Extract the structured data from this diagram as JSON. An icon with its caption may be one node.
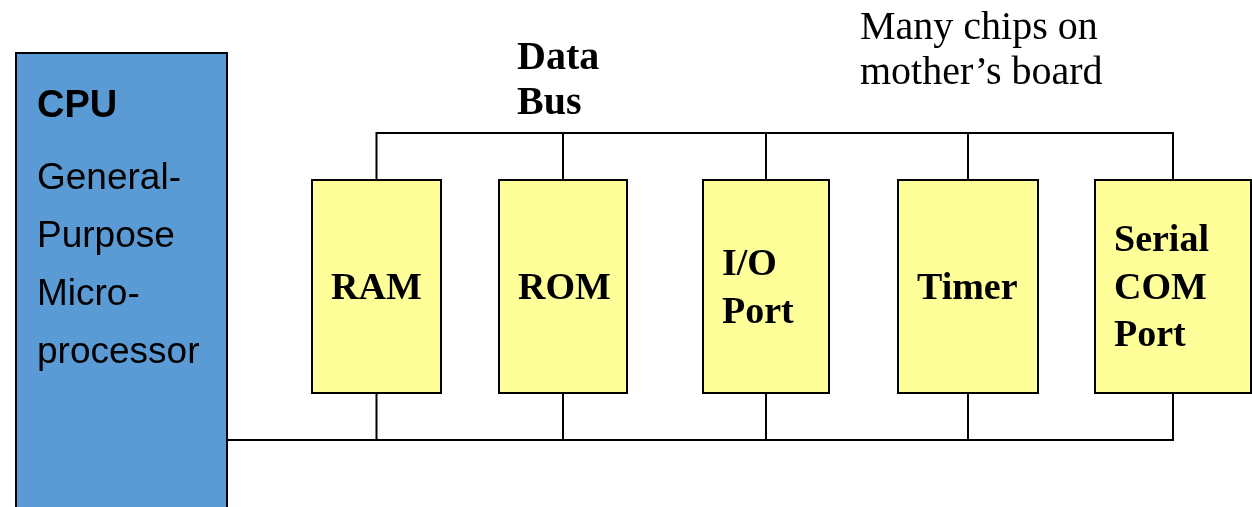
{
  "diagram": {
    "nodes": [
      {
        "text": [
          "CPU",
          "General-Purpose Micro-processor"
        ]
      },
      {
        "text": [
          "RAM"
        ]
      },
      {
        "text": [
          "ROM"
        ]
      },
      {
        "text": [
          "I/O Port"
        ]
      },
      {
        "text": [
          "Timer"
        ]
      },
      {
        "text": [
          "Serial COM Port"
        ]
      }
    ],
    "edges": [
      {
        "from": 1,
        "to": 2,
        "arrow": "none"
      },
      {
        "from": 2,
        "to": 3,
        "arrow": "none"
      },
      {
        "from": 3,
        "to": 4,
        "arrow": "none"
      },
      {
        "from": 4,
        "to": 5,
        "arrow": "none"
      },
      {
        "from": 0,
        "to": 1,
        "arrow": "none"
      },
      {
        "from": 0,
        "to": 2,
        "arrow": "none"
      },
      {
        "from": 0,
        "to": 3,
        "arrow": "none"
      },
      {
        "from": 0,
        "to": 4,
        "arrow": "none"
      },
      {
        "from": 0,
        "to": 5,
        "arrow": "none"
      }
    ],
    "labels": [
      "Data Bus",
      "Many chips on mother’s board"
    ]
  }
}
